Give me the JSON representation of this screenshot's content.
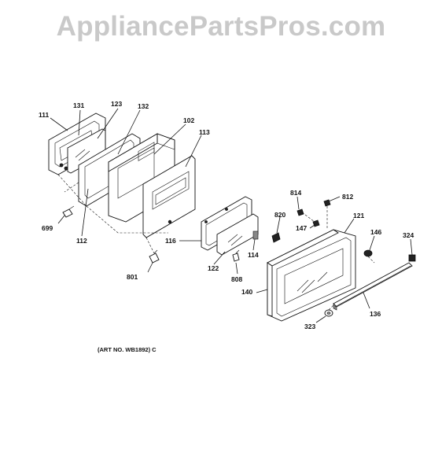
{
  "watermark": "AppliancePartsPros.com",
  "art_number": "(ART NO. WB1892) C",
  "parts": {
    "p111": "111",
    "p131": "131",
    "p123": "123",
    "p132": "132",
    "p102": "102",
    "p113": "113",
    "p699": "699",
    "p112": "112",
    "p116": "116",
    "p122": "122",
    "p801": "801",
    "p808": "808",
    "p114": "114",
    "p820": "820",
    "p814": "814",
    "p812": "812",
    "p147": "147",
    "p121": "121",
    "p146": "146",
    "p324": "324",
    "p140": "140",
    "p136": "136",
    "p323": "323"
  }
}
